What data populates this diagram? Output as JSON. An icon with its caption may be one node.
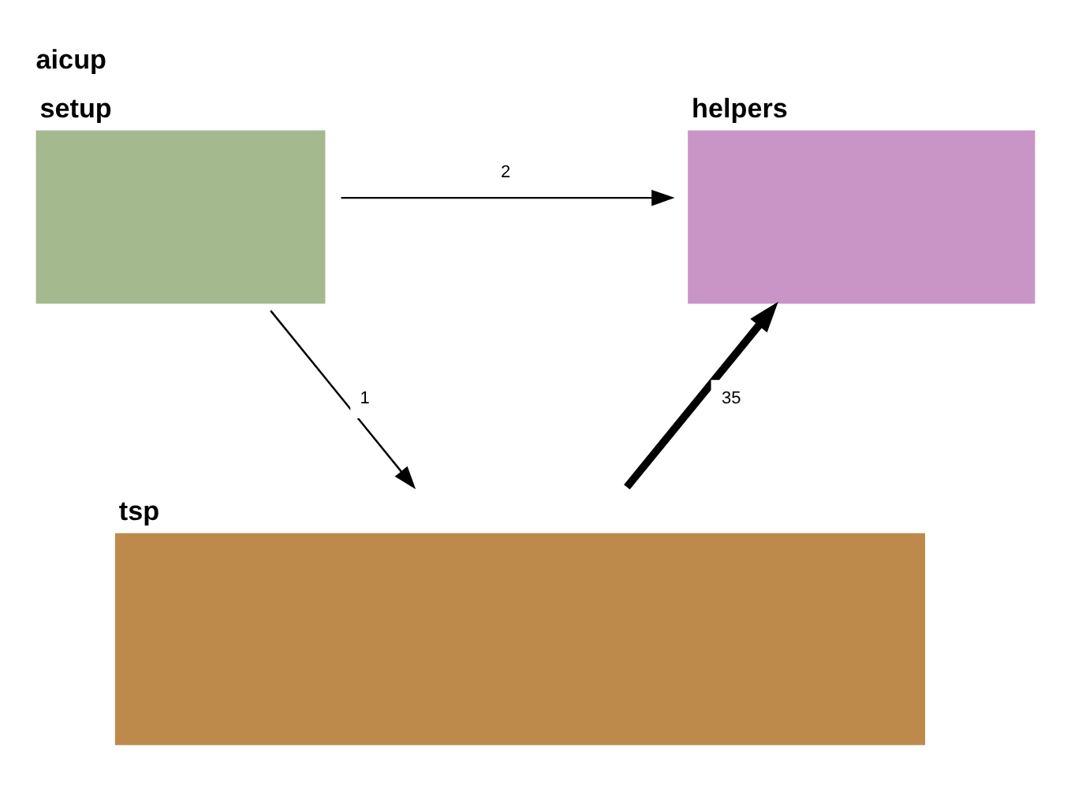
{
  "diagram": {
    "title": "aicup",
    "nodes": [
      {
        "text": [
          "setup"
        ]
      },
      {
        "text": [
          "helpers"
        ]
      },
      {
        "text": [
          "tsp"
        ]
      }
    ],
    "edges": [
      {
        "from": 0,
        "to": 1,
        "arrow": "to",
        "label": "2"
      },
      {
        "from": 0,
        "to": 2,
        "arrow": "to",
        "label": "1"
      },
      {
        "from": 2,
        "to": 1,
        "arrow": "to",
        "label": "35",
        "style": "thick"
      }
    ]
  }
}
